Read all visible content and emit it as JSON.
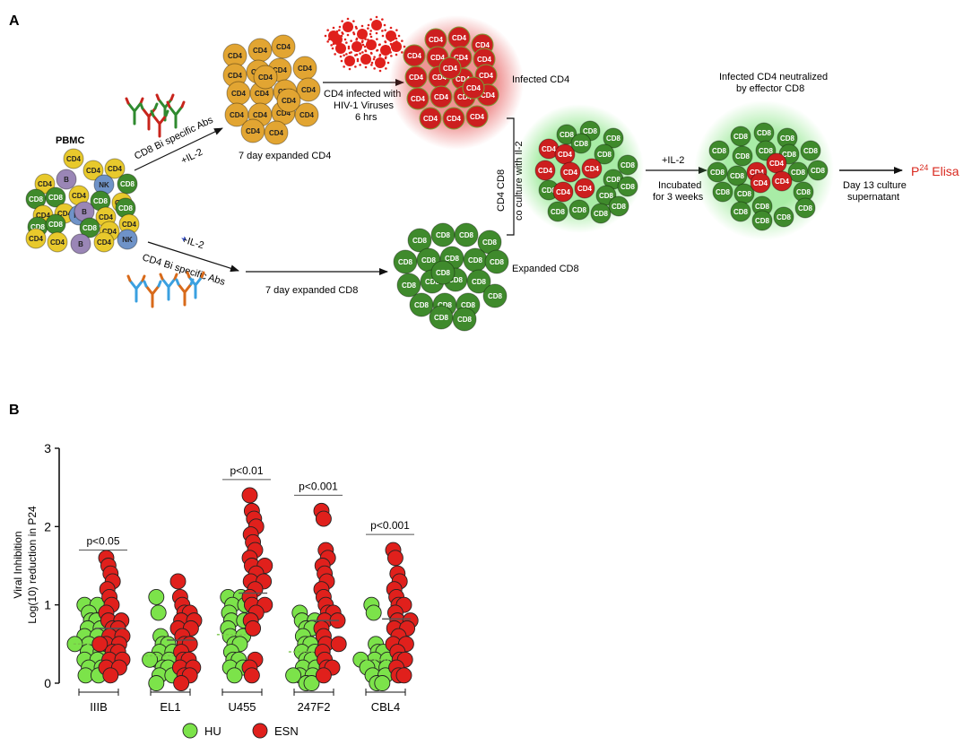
{
  "panelA": {
    "letter": "A",
    "pbmc_label": "PBMC",
    "cd8_abs_label": "CD8 Bi specific Abs",
    "il2_top": "+IL-2",
    "expanded_cd4_label": "7 day expanded  CD4",
    "infected_with_line1": "CD4 infected with",
    "infected_with_line2": "HIV-1 Viruses",
    "infected_with_line3": "6 hrs",
    "infected_cd4_label": "Infected CD4",
    "il2_bottom": "+IL-2",
    "cd4_abs_label": "CD4 Bi specific Abs",
    "expanded_cd8_caption": "7 day expanded  CD8",
    "expanded_cd8_label": "Expanded  CD8",
    "coculture_line1": "CD4 CD8",
    "coculture_line2": "co culture with Il-2",
    "il2_right": "+IL-2",
    "incubated_line1": "Incubated",
    "incubated_line2": "for 3 weeks",
    "neutralized_line1": "Infected CD4 neutralized",
    "neutralized_line2": "by effector  CD8",
    "day13_line1": "Day 13 culture",
    "day13_line2": "supernatant",
    "p24_prefix": "P",
    "p24_sup": "24",
    "p24_suffix": " Elisa",
    "cell_cd4": "CD4",
    "cell_cd8": "CD8",
    "cell_b": "B",
    "cell_nk": "NK",
    "colors": {
      "cd4_yellow": "#e8c92c",
      "cd4_orange": "#e2a532",
      "cd8_green": "#3f8a2c",
      "infected_red": "#cc1f1f",
      "b_purple": "#9a86b6",
      "nk_blue": "#6f93c8",
      "virus_red": "#e0201c",
      "p24_red": "#d9281e"
    }
  },
  "panelB": {
    "letter": "B",
    "legend": [
      {
        "label": "HU",
        "color": "#7ce34a"
      },
      {
        "label": "ESN",
        "color": "#e0201c"
      }
    ],
    "pvalues": [
      "p<0.05",
      "p<0.01",
      "p<0.001",
      "p<0.001"
    ]
  },
  "chart_data": {
    "type": "scatter",
    "title": "",
    "xlabel": "",
    "ylabel_line1": "Viral Inhibition",
    "ylabel_line2": "Log(10) reduction in P24",
    "ylim": [
      0,
      3
    ],
    "yticks": [
      "0",
      "1",
      "2",
      "3"
    ],
    "categories": [
      "IIIB",
      "EL1",
      "U455",
      "247F2",
      "CBL4"
    ],
    "series": [
      {
        "name": "HU",
        "color": "#7ce34a",
        "groups": [
          {
            "category": "IIIB",
            "mean": 0.5,
            "values": [
              1.0,
              1.0,
              0.9,
              0.8,
              0.8,
              0.7,
              0.7,
              0.6,
              0.6,
              0.5,
              0.5,
              0.5,
              0.4,
              0.4,
              0.3,
              0.3,
              0.2,
              0.2,
              0.1,
              0.1
            ]
          },
          {
            "category": "EL1",
            "mean": 0.35,
            "values": [
              1.1,
              0.9,
              0.6,
              0.5,
              0.5,
              0.4,
              0.4,
              0.3,
              0.3,
              0.3,
              0.2,
              0.2,
              0.1,
              0.1,
              0.0
            ]
          },
          {
            "category": "U455",
            "mean": 0.62,
            "values": [
              1.1,
              1.1,
              1.0,
              1.0,
              0.9,
              0.8,
              0.8,
              0.7,
              0.6,
              0.6,
              0.5,
              0.5,
              0.4,
              0.3,
              0.3,
              0.2,
              0.2,
              0.1
            ]
          },
          {
            "category": "247F2",
            "mean": 0.4,
            "values": [
              0.9,
              0.8,
              0.8,
              0.7,
              0.7,
              0.6,
              0.5,
              0.5,
              0.4,
              0.4,
              0.3,
              0.3,
              0.2,
              0.2,
              0.1,
              0.1,
              0.1,
              0.0,
              0.0
            ]
          },
          {
            "category": "CBL4",
            "mean": 0.3,
            "values": [
              1.0,
              0.9,
              0.5,
              0.4,
              0.4,
              0.3,
              0.3,
              0.3,
              0.2,
              0.2,
              0.2,
              0.1,
              0.1,
              0.0,
              0.0
            ]
          }
        ]
      },
      {
        "name": "ESN",
        "color": "#e0201c",
        "groups": [
          {
            "category": "IIIB",
            "mean": 0.7,
            "values": [
              1.6,
              1.5,
              1.4,
              1.3,
              1.2,
              1.1,
              1.0,
              0.9,
              0.8,
              0.8,
              0.7,
              0.7,
              0.6,
              0.6,
              0.5,
              0.5,
              0.5,
              0.4,
              0.4,
              0.3,
              0.3,
              0.2,
              0.2,
              0.1
            ]
          },
          {
            "category": "EL1",
            "mean": 0.55,
            "values": [
              1.3,
              1.1,
              1.0,
              0.9,
              0.9,
              0.8,
              0.8,
              0.7,
              0.7,
              0.6,
              0.5,
              0.5,
              0.4,
              0.3,
              0.3,
              0.2,
              0.2,
              0.1,
              0.1,
              0.0
            ]
          },
          {
            "category": "U455",
            "mean": 1.15,
            "values": [
              2.4,
              2.2,
              2.1,
              2.0,
              1.9,
              1.8,
              1.7,
              1.6,
              1.5,
              1.5,
              1.4,
              1.3,
              1.3,
              1.2,
              1.1,
              1.0,
              1.0,
              0.9,
              0.8,
              0.7,
              0.3,
              0.2,
              0.1
            ]
          },
          {
            "category": "247F2",
            "mean": 0.8,
            "values": [
              2.2,
              2.1,
              1.7,
              1.6,
              1.5,
              1.4,
              1.3,
              1.2,
              1.1,
              1.0,
              0.9,
              0.9,
              0.8,
              0.8,
              0.7,
              0.6,
              0.5,
              0.5,
              0.4,
              0.3,
              0.2,
              0.2,
              0.1
            ]
          },
          {
            "category": "CBL4",
            "mean": 0.82,
            "values": [
              1.7,
              1.6,
              1.4,
              1.3,
              1.2,
              1.1,
              1.0,
              1.0,
              0.9,
              0.8,
              0.8,
              0.7,
              0.7,
              0.6,
              0.5,
              0.5,
              0.4,
              0.3,
              0.3,
              0.2,
              0.1,
              0.1
            ]
          }
        ]
      }
    ],
    "pvalue_brackets": [
      {
        "from": "IIIB",
        "label": "p<0.05",
        "y": 1.7
      },
      {
        "from": "U455",
        "label": "p<0.01",
        "y": 2.6
      },
      {
        "from": "247F2",
        "label": "p<0.001",
        "y": 2.4
      },
      {
        "from": "CBL4",
        "label": "p<0.001",
        "y": 1.9
      }
    ]
  }
}
